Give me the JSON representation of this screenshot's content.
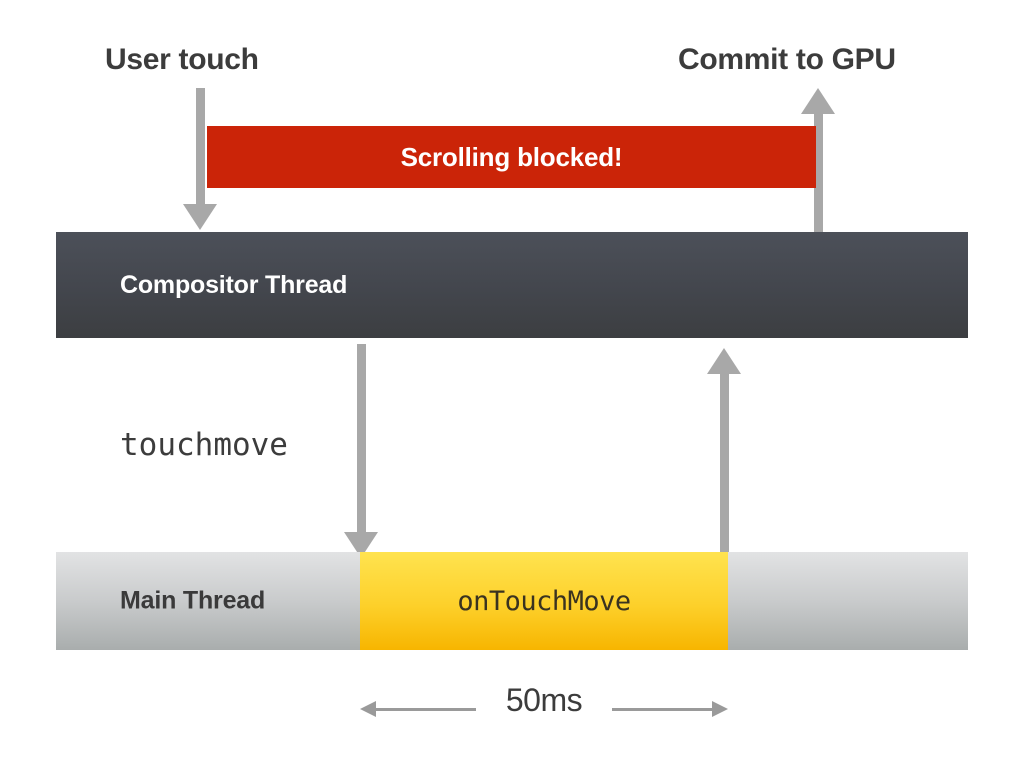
{
  "diagram": {
    "title_hidden": "",
    "captions": {
      "user_touch": "User touch",
      "commit_to_gpu": "Commit to GPU"
    },
    "blocked_banner": {
      "label": "Scrolling blocked!",
      "color": "#cb2408"
    },
    "lanes": [
      {
        "id": "compositor-thread",
        "label": "Compositor Thread",
        "color": "#43464d",
        "text_color": "#ffffff"
      },
      {
        "id": "main-thread",
        "label": "Main Thread",
        "color": "#c9cbcc",
        "text_color": "#3a3a3a"
      }
    ],
    "event_label": "touchmove",
    "task_block": {
      "label": "onTouchMove",
      "color": "#fdd02a",
      "text_color": "#3a3320"
    },
    "duration": {
      "label": "50ms",
      "color": "#9a9a9a"
    },
    "arrow_color": "#a8a8a8"
  }
}
